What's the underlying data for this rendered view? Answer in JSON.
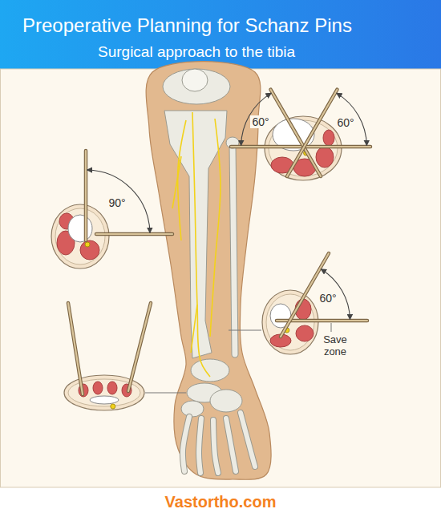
{
  "diagram": {
    "title": "Preoperative Planning for Schanz Pins",
    "labels": [
      "Surgical approach to the tibia",
      "60°",
      "60°",
      "90°",
      "60°",
      "Save zone",
      "Vastortho.com"
    ]
  }
}
